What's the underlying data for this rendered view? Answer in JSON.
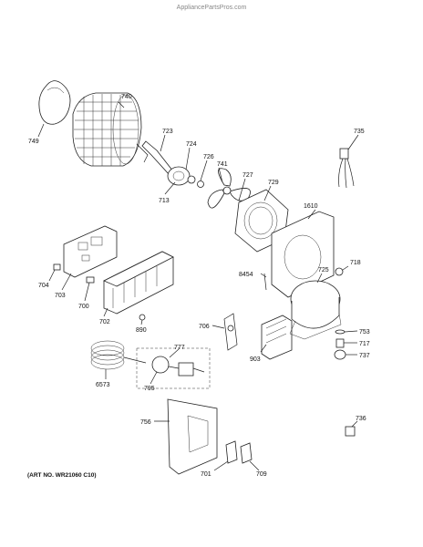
{
  "watermark": "AppliancePartsPros.com",
  "art_number": "(ART NO. WR21060 C10)",
  "callouts": {
    "c740": "740",
    "c749": "749",
    "c723": "723",
    "c724": "724",
    "c726": "726",
    "c741": "741",
    "c713": "713",
    "c727": "727",
    "c729": "729",
    "c735": "735",
    "c1610": "1610",
    "c718": "718",
    "c725": "725",
    "c8454": "8454",
    "c704": "704",
    "c703": "703",
    "c700": "700",
    "c702": "702",
    "c890": "890",
    "c706": "706",
    "c903": "903",
    "c753": "753",
    "c717": "717",
    "c737": "737",
    "c777": "777",
    "c6573": "6573",
    "c795": "795",
    "c756": "756",
    "c736": "736",
    "c701": "701",
    "c709": "709"
  }
}
